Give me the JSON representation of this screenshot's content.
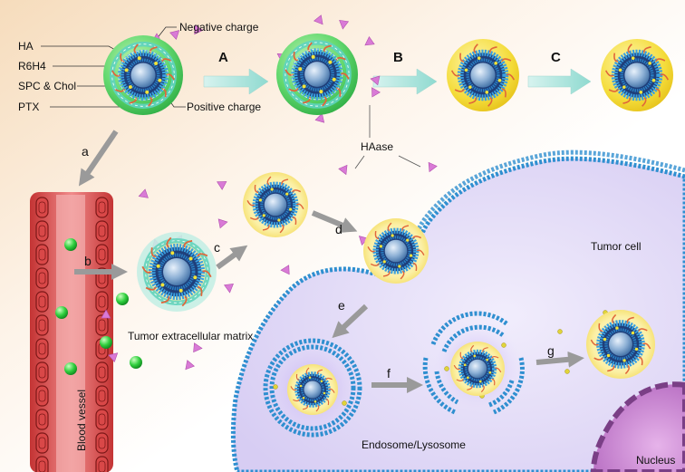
{
  "legend": {
    "items": [
      "HA",
      "R6H4",
      "SPC & Chol",
      "PTX"
    ],
    "negative_charge": "Negative charge",
    "positive_charge": "Positive charge"
  },
  "steps": {
    "upper": [
      "A",
      "B",
      "C"
    ],
    "lower": [
      "a",
      "b",
      "c",
      "d",
      "e",
      "f",
      "g"
    ]
  },
  "labels": {
    "enzyme": "HAase",
    "matrix": "Tumor extracellular matrix",
    "vessel": "Blood vessel",
    "cell": "Tumor cell",
    "endosome": "Endosome/Lysosome",
    "nucleus": "Nucleus"
  },
  "colors": {
    "ha_shell": "#5ad36a",
    "peptide_shell": "#f4dc3a",
    "lipid_bead": "#2f8fd0",
    "core": "#7fa6cf",
    "vessel": "#e05a5a",
    "cell_cytoplasm": "#e4def8",
    "nucleus": "#c77fce",
    "enzyme_triangle": "#d97ad6"
  }
}
